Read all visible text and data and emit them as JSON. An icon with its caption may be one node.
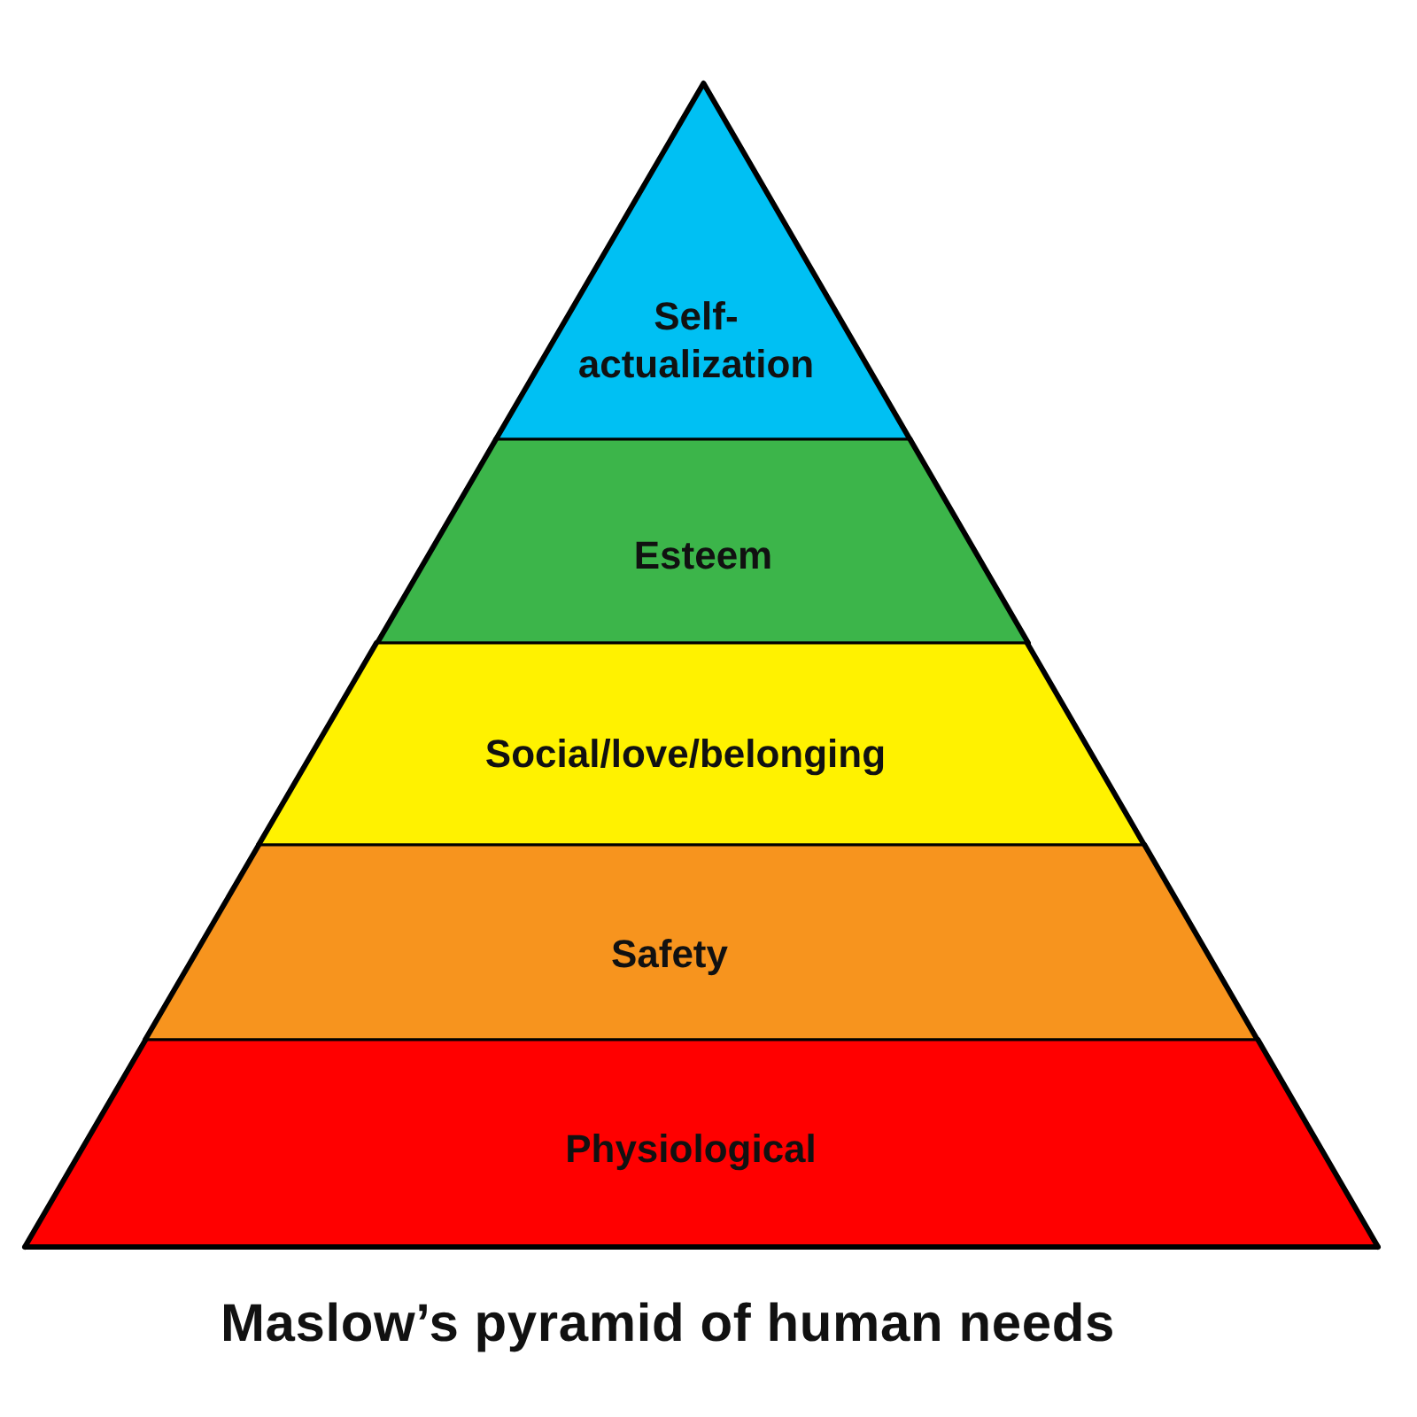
{
  "diagram": {
    "caption": "Maslow’s pyramid of human needs",
    "nodes": [
      {
        "text": [
          "Self-actualization"
        ]
      },
      {
        "text": [
          "Esteem"
        ]
      },
      {
        "text": [
          "Social/love/belonging"
        ]
      },
      {
        "text": [
          "Safety"
        ]
      },
      {
        "text": [
          "Physiological"
        ]
      }
    ]
  }
}
